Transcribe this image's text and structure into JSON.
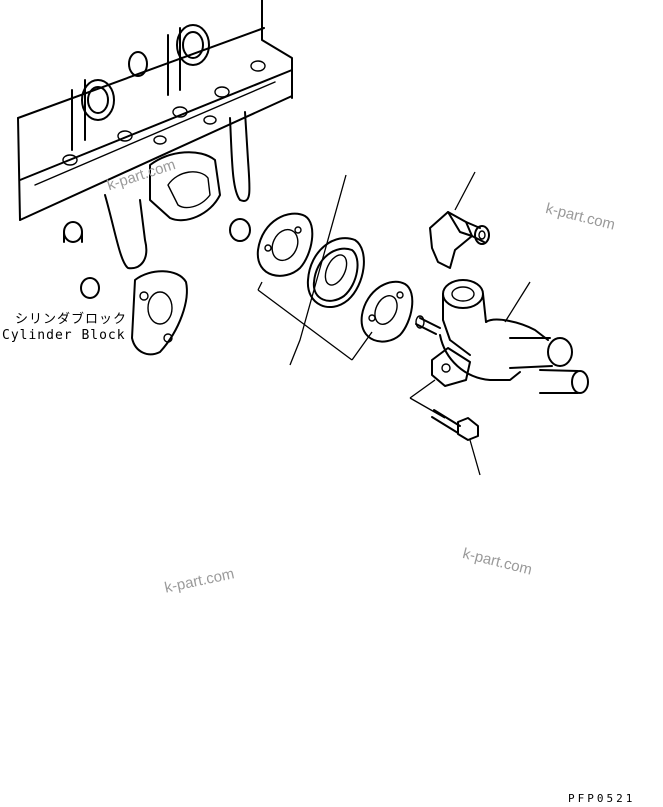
{
  "labels": {
    "block_jp": "シリンダブロック",
    "block_en": "Cylinder Block"
  },
  "watermark": "k-part.com",
  "drawing_code": "PFP0521"
}
